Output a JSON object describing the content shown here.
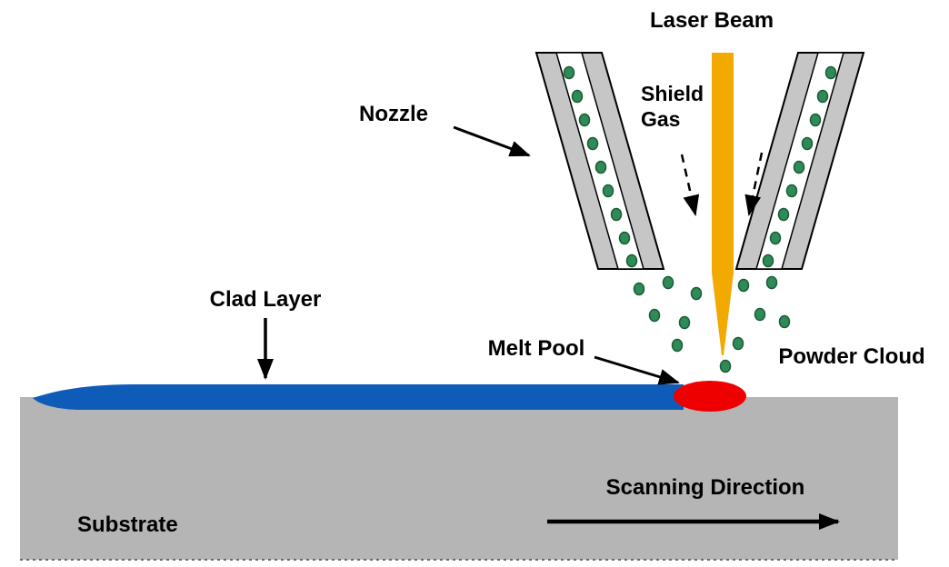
{
  "diagram": {
    "labels": {
      "laser_beam": "Laser Beam",
      "nozzle": "Nozzle",
      "shield_gas": [
        "Shield",
        "Gas"
      ],
      "clad_layer": "Clad Layer",
      "melt_pool": "Melt Pool",
      "powder_cloud": "Powder Cloud",
      "substrate": "Substrate",
      "scanning_direction": "Scanning Direction"
    },
    "colors": {
      "laser_beam": "#F2A900",
      "nozzle_wall": "#C6C6C6",
      "nozzle_channel": "#FFFFFF",
      "powder_particle": "#2E8B57",
      "powder_particle_outline": "#1A5C38",
      "clad_layer": "#0F5CB8",
      "melt_pool": "#EE0000",
      "substrate": "#B5B5B5",
      "arrow": "#000000",
      "text": "#000000",
      "background": "#FFFFFF"
    }
  }
}
